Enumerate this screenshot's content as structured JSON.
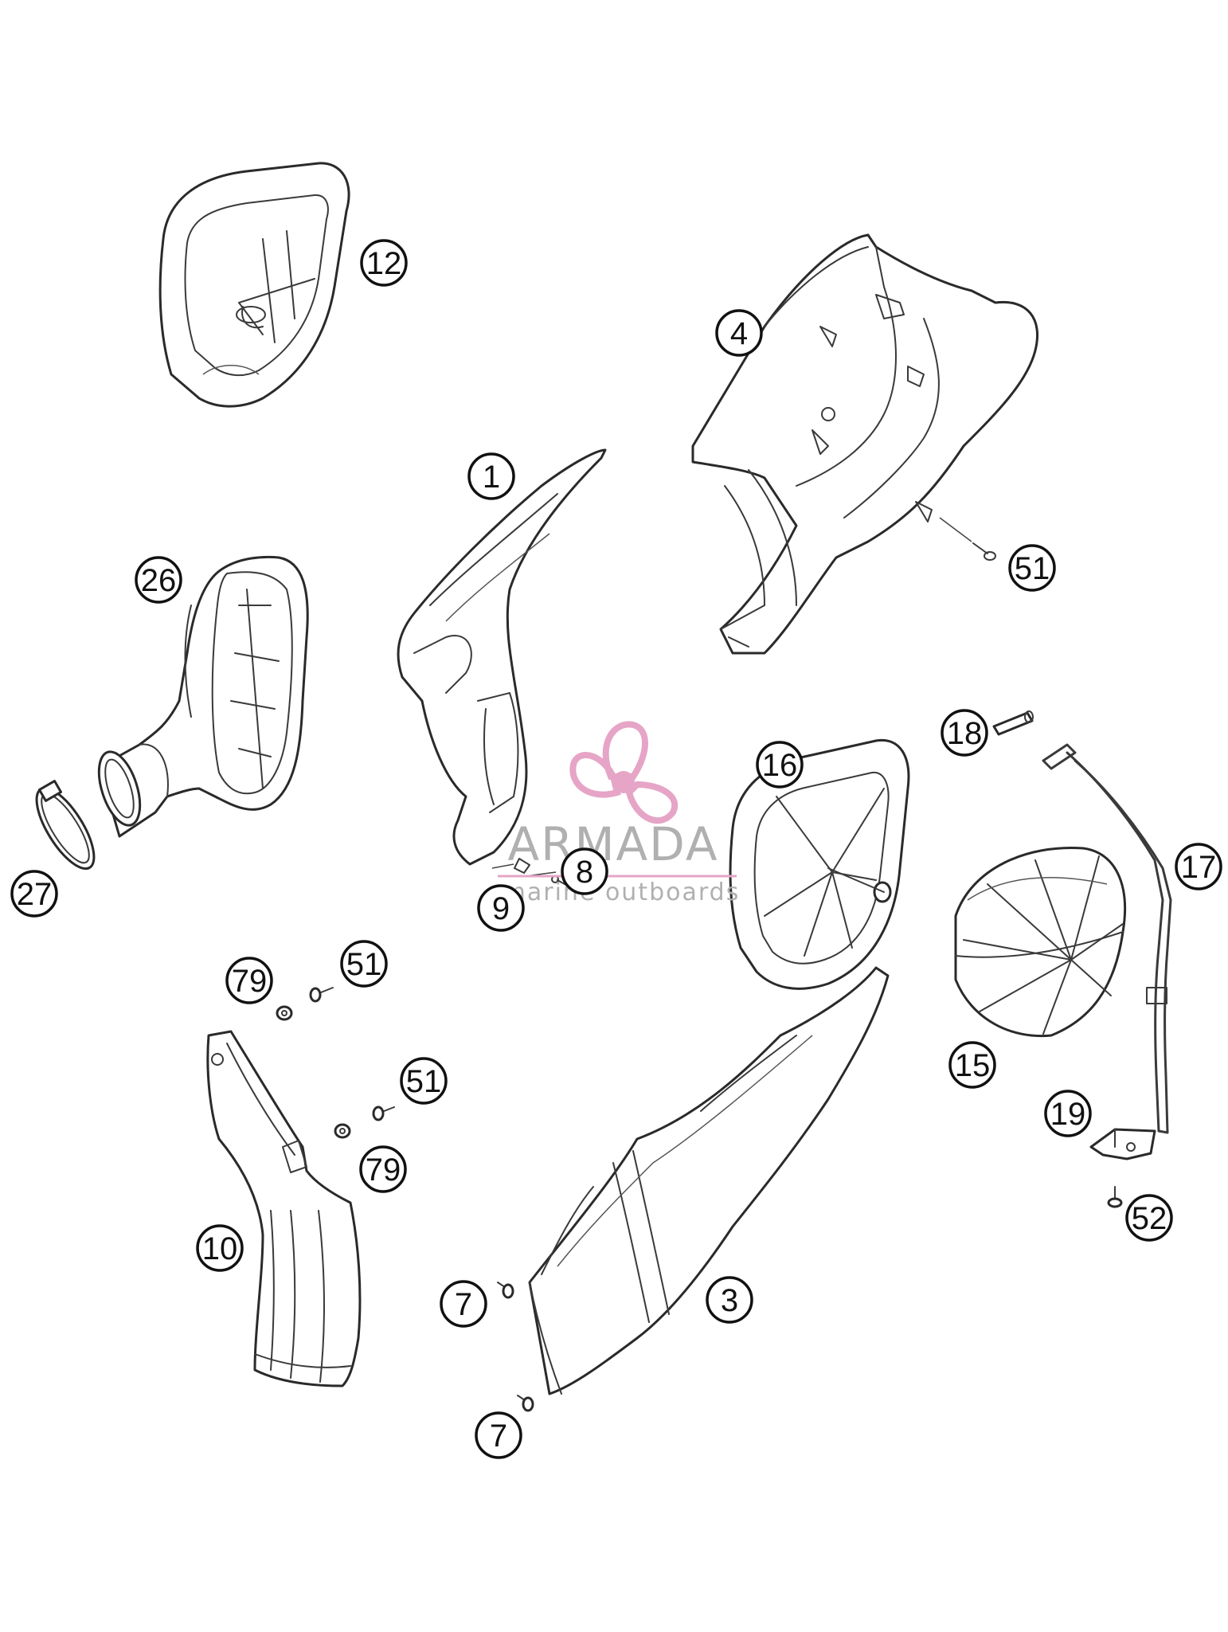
{
  "callouts": [
    {
      "id": "c12",
      "label": "12"
    },
    {
      "id": "c4",
      "label": "4"
    },
    {
      "id": "c1",
      "label": "1"
    },
    {
      "id": "c26",
      "label": "26"
    },
    {
      "id": "c51a",
      "label": "51"
    },
    {
      "id": "c27",
      "label": "27"
    },
    {
      "id": "c8",
      "label": "8"
    },
    {
      "id": "c9",
      "label": "9"
    },
    {
      "id": "c16",
      "label": "16"
    },
    {
      "id": "c18",
      "label": "18"
    },
    {
      "id": "c17",
      "label": "17"
    },
    {
      "id": "c79a",
      "label": "79"
    },
    {
      "id": "c51b",
      "label": "51"
    },
    {
      "id": "c51c",
      "label": "51"
    },
    {
      "id": "c79b",
      "label": "79"
    },
    {
      "id": "c15",
      "label": "15"
    },
    {
      "id": "c19",
      "label": "19"
    },
    {
      "id": "c10",
      "label": "10"
    },
    {
      "id": "c52",
      "label": "52"
    },
    {
      "id": "c3",
      "label": "3"
    },
    {
      "id": "c7a",
      "label": "7"
    },
    {
      "id": "c7b",
      "label": "7"
    }
  ],
  "watermark": {
    "brand": "ARMADA",
    "tagline": "marine outboards",
    "color": "#e6a5c6"
  },
  "colors": {
    "line": "#2a2a2a",
    "background": "#ffffff"
  }
}
